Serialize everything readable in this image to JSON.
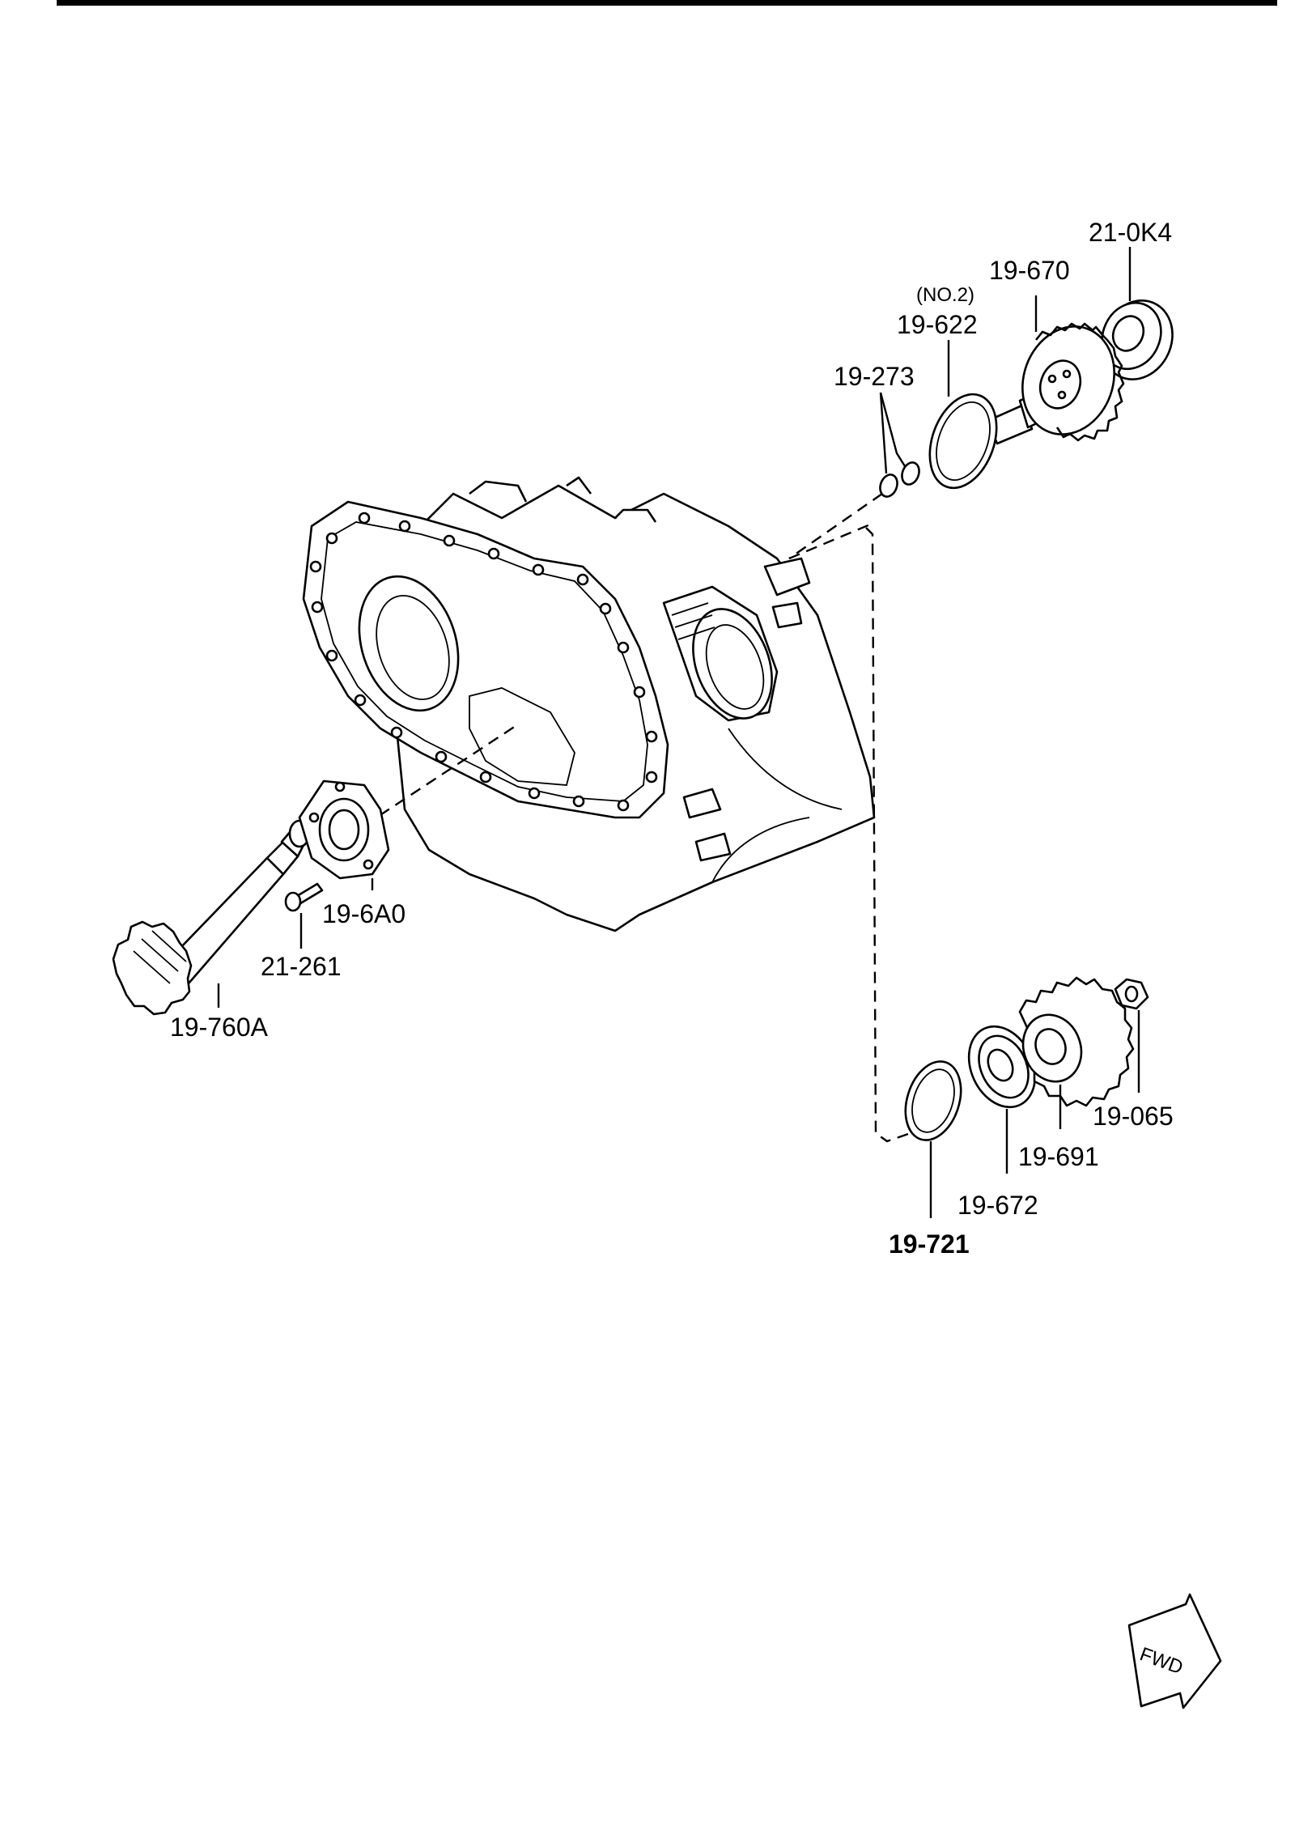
{
  "parts": {
    "p_21_0K4": "21-0K4",
    "p_19_670": "19-670",
    "p_no2": "(NO.2)",
    "p_19_622": "19-622",
    "p_19_273": "19-273",
    "p_19_6A0": "19-6A0",
    "p_21_261": "21-261",
    "p_19_760A": "19-760A",
    "p_19_065": "19-065",
    "p_19_691": "19-691",
    "p_19_672": "19-672",
    "p_19_721": "19-721"
  },
  "fwd_label": "FWD",
  "colors": {
    "ink": "#000000",
    "paper": "#ffffff"
  }
}
